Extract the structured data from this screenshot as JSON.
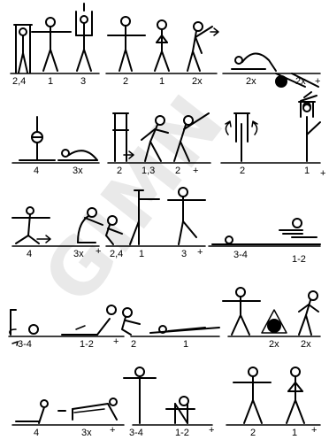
{
  "watermark": "GIMN",
  "rows": [
    {
      "labels": [
        "2,4",
        "1",
        "3",
        "2",
        "1",
        "2x",
        "2x",
        "2x",
        "+"
      ]
    },
    {
      "labels": [
        "4",
        "3x",
        "2",
        "1,3",
        "2",
        "+",
        "2",
        "1",
        "+"
      ]
    },
    {
      "labels": [
        "4",
        "3x",
        "+",
        "2,4",
        "1",
        "3",
        "+",
        "3-4",
        "1-2"
      ]
    },
    {
      "labels": [
        "3-4",
        "1-2",
        "+",
        "2",
        "1",
        "2x",
        "2x"
      ]
    },
    {
      "labels": [
        "4",
        "3x",
        "+",
        "3-4",
        "1-2",
        "+",
        "2",
        "1",
        "+"
      ]
    }
  ]
}
